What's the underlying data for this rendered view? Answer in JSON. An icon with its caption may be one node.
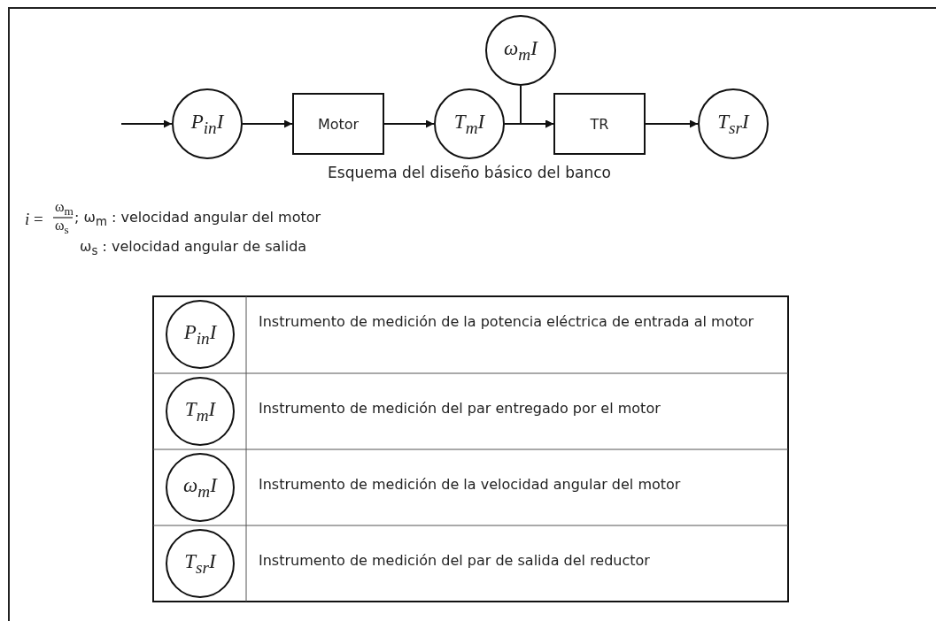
{
  "diagram": {
    "caption": "Esquema del diseño básico del banco",
    "nodes": [
      {
        "text": [
          "P$_{in}$I"
        ]
      },
      {
        "text": [
          "Motor"
        ]
      },
      {
        "text": [
          "T$_{m}$I"
        ]
      },
      {
        "text": [
          "ω$_{m}$I"
        ]
      },
      {
        "text": [
          "TR"
        ]
      },
      {
        "text": [
          "T$_{sr}$I"
        ]
      },
      {
        "text": [
          "P$_{in}$I"
        ]
      },
      {
        "text": [
          "T$_{m}$I"
        ]
      },
      {
        "text": [
          "ω$_{m}$I"
        ]
      },
      {
        "text": [
          "T$_{sr}$I"
        ]
      }
    ],
    "edges": [
      {
        "from": null,
        "to": 0,
        "arrow": "to"
      },
      {
        "from": 0,
        "to": 1,
        "arrow": "to"
      },
      {
        "from": 1,
        "to": 2,
        "arrow": "to"
      },
      {
        "from": 2,
        "to": 4,
        "arrow": "to"
      },
      {
        "from": 3,
        "to": 4,
        "arrow": "to"
      },
      {
        "from": 4,
        "to": 5,
        "arrow": "to"
      }
    ],
    "labels": [
      "*i* =",
      "ω$_{m}$",
      "ω$_{s}$",
      "; ω$_{m}$ : velocidad angular del motor",
      "ω$_{s}$ : velocidad angular de salida",
      "Instrumento de medición de la potencia eléctrica de entrada al motor",
      "Instrumento de medición del par entregado por el motor",
      "Instrumento de medición de la velocidad angular del motor",
      "Instrumento de medición del par de salida del reductor"
    ]
  }
}
